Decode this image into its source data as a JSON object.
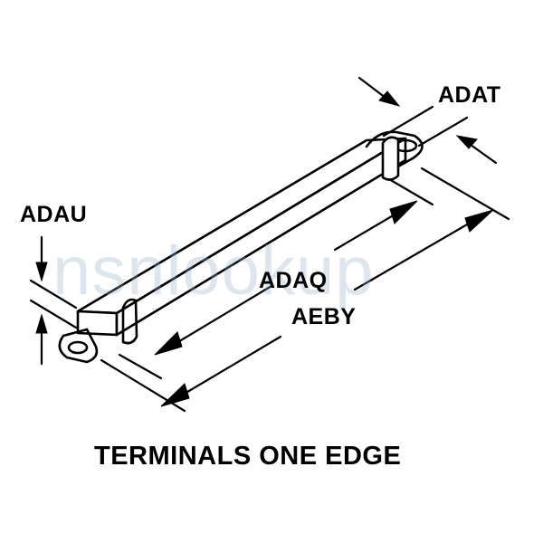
{
  "diagram": {
    "caption": "TERMINALS ONE EDGE",
    "dimension_labels": {
      "adat": "ADAT",
      "adau": "ADAU",
      "adaq": "ADAQ",
      "aeby": "AEBY"
    }
  },
  "watermark": {
    "text": "nsnlookup",
    "color": "#9fb4cc"
  }
}
